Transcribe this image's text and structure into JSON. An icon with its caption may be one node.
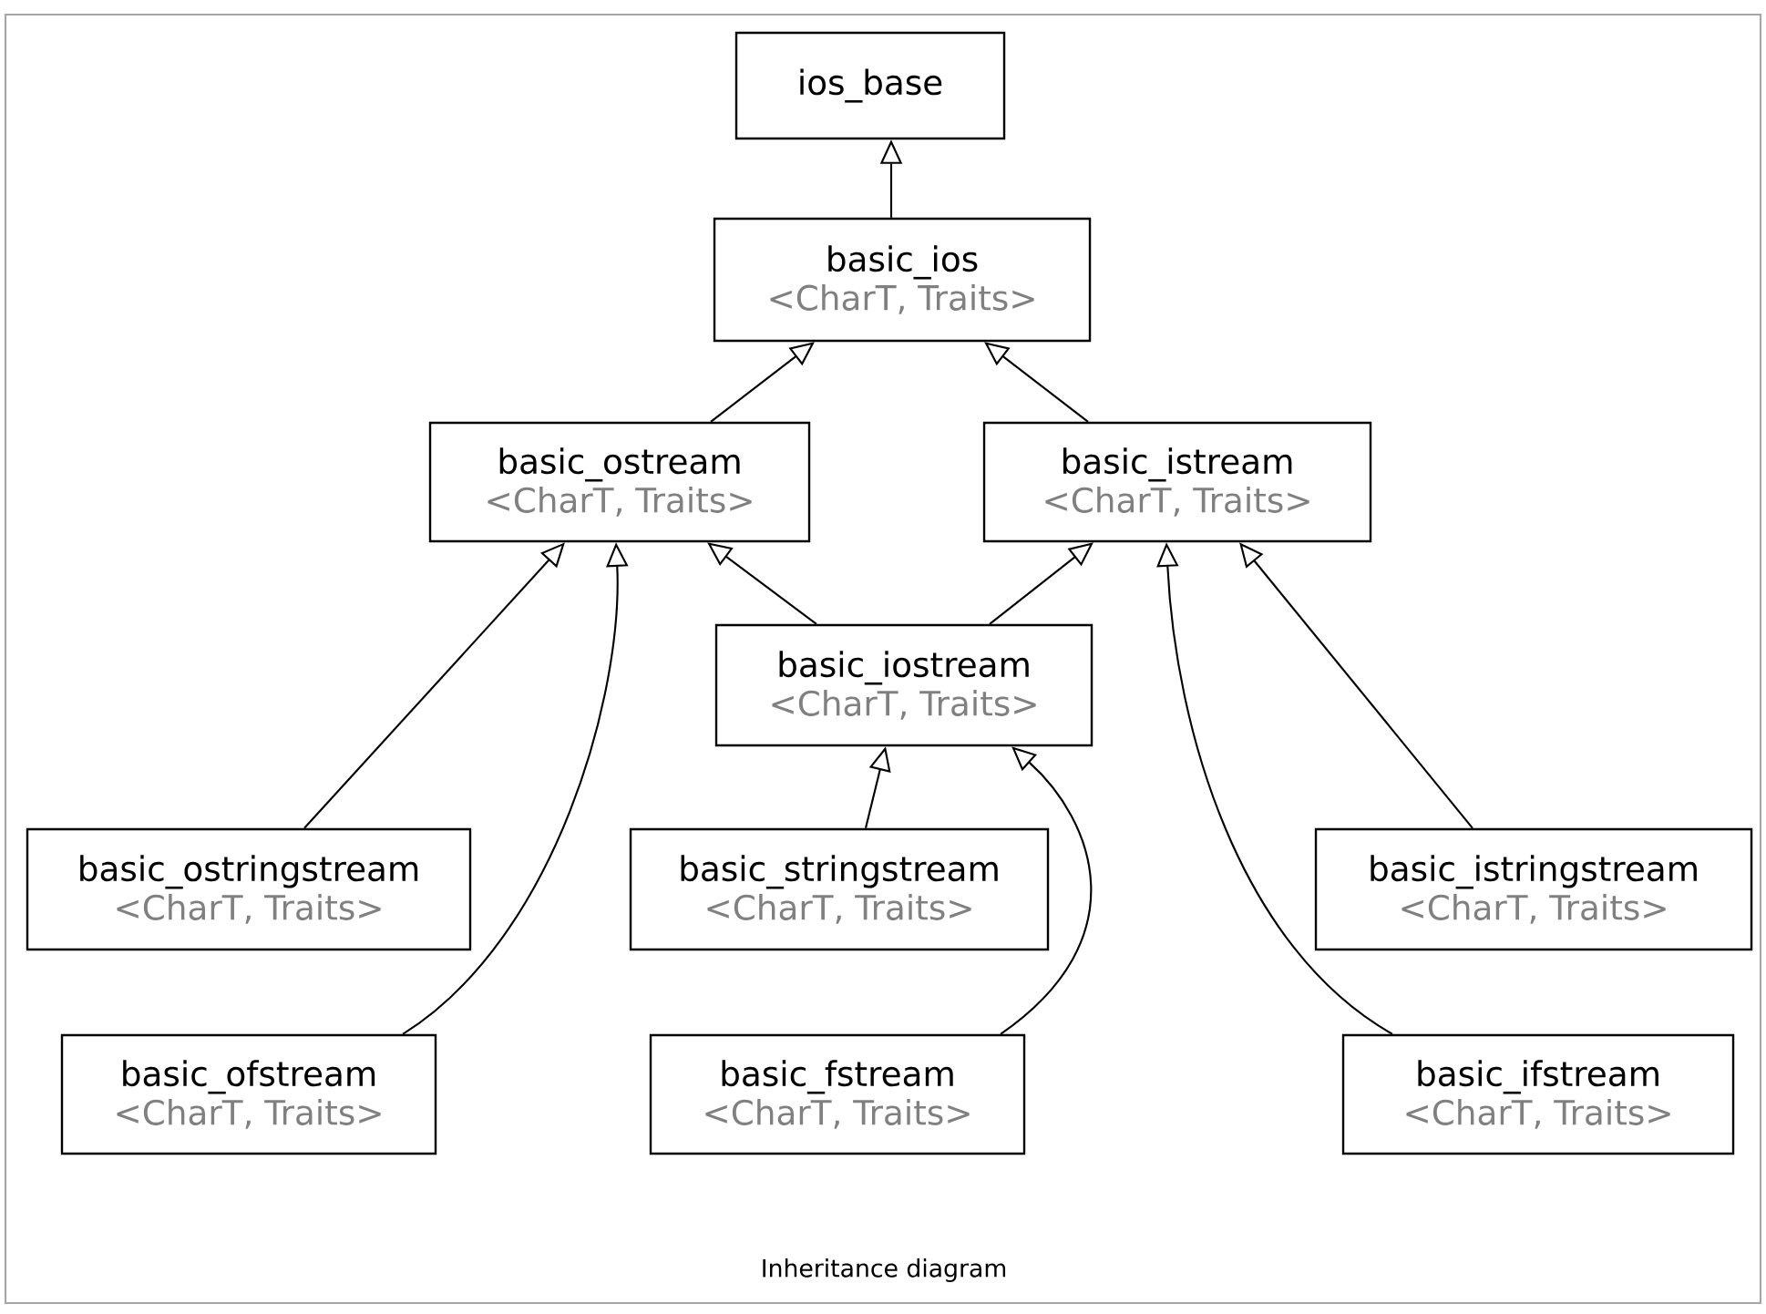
{
  "diagram": {
    "caption": "Inheritance diagram",
    "nodes": [
      {
        "text": [
          "ios_base"
        ]
      },
      {
        "text": [
          "basic_ios",
          "<CharT, Traits>"
        ]
      },
      {
        "text": [
          "basic_ostream",
          "<CharT, Traits>"
        ]
      },
      {
        "text": [
          "basic_istream",
          "<CharT, Traits>"
        ]
      },
      {
        "text": [
          "basic_iostream",
          "<CharT, Traits>"
        ]
      },
      {
        "text": [
          "basic_ostringstream",
          "<CharT, Traits>"
        ]
      },
      {
        "text": [
          "basic_stringstream",
          "<CharT, Traits>"
        ]
      },
      {
        "text": [
          "basic_istringstream",
          "<CharT, Traits>"
        ]
      },
      {
        "text": [
          "basic_ofstream",
          "<CharT, Traits>"
        ]
      },
      {
        "text": [
          "basic_fstream",
          "<CharT, Traits>"
        ]
      },
      {
        "text": [
          "basic_ifstream",
          "<CharT, Traits>"
        ]
      }
    ],
    "edges": [
      {
        "from": 1,
        "to": 0,
        "arrow": "to"
      },
      {
        "from": 2,
        "to": 1,
        "arrow": "to"
      },
      {
        "from": 3,
        "to": 1,
        "arrow": "to"
      },
      {
        "from": 4,
        "to": 2,
        "arrow": "to"
      },
      {
        "from": 4,
        "to": 3,
        "arrow": "to"
      },
      {
        "from": 5,
        "to": 2,
        "arrow": "to"
      },
      {
        "from": 8,
        "to": 2,
        "arrow": "to"
      },
      {
        "from": 6,
        "to": 4,
        "arrow": "to"
      },
      {
        "from": 9,
        "to": 4,
        "arrow": "to"
      },
      {
        "from": 7,
        "to": 3,
        "arrow": "to"
      },
      {
        "from": 10,
        "to": 3,
        "arrow": "to"
      }
    ]
  }
}
